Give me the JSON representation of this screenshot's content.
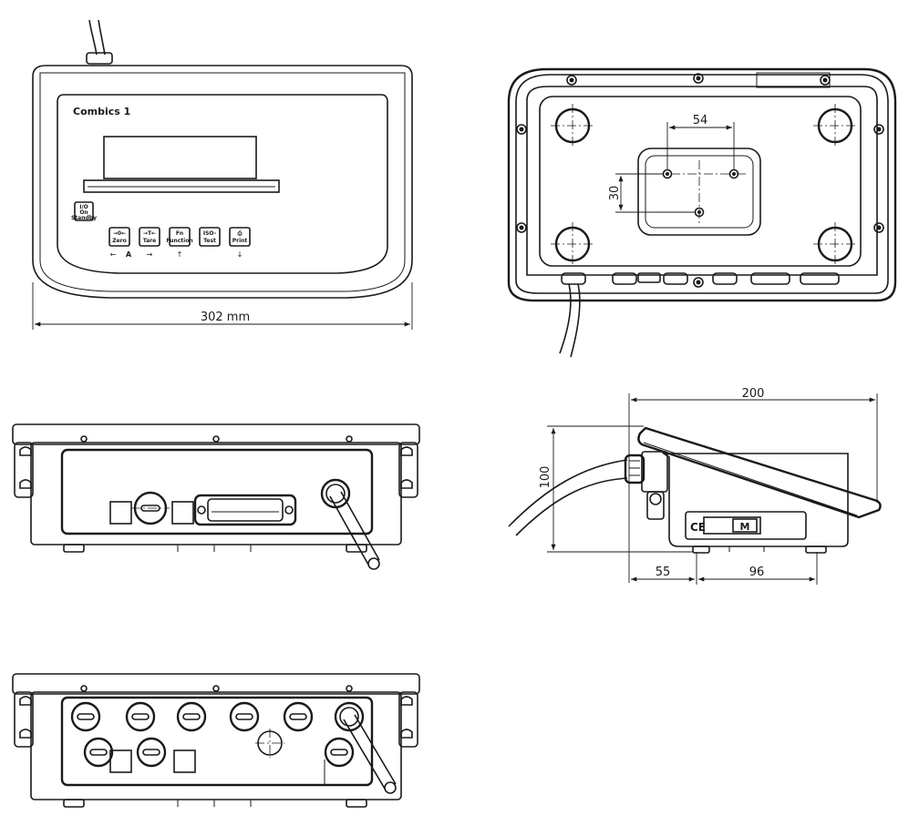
{
  "front_view": {
    "product_label": "Combics 1",
    "standby_key": [
      "I/O",
      "On",
      "Standby"
    ],
    "keys": [
      {
        "top": "→0←",
        "bottom": "Zero"
      },
      {
        "top": "→T←",
        "bottom": "Tare"
      },
      {
        "top": "Fn",
        "bottom": "Function"
      },
      {
        "top": "ISO-",
        "bottom": "Test"
      },
      {
        "top": "⎙",
        "bottom": "Print"
      }
    ],
    "key_markers": [
      "←",
      "A",
      "→",
      "↑",
      "↓"
    ],
    "width_dimension": "302 mm"
  },
  "back_view": {
    "hole_spacing_horizontal": "54",
    "hole_spacing_vertical": "30"
  },
  "side_view": {
    "depth_dimension": "200",
    "height_dimension": "100",
    "cable_offset_dimension": "55",
    "foot_spacing_dimension": "96",
    "ce_mark": "CE",
    "metrology_mark": "M"
  }
}
